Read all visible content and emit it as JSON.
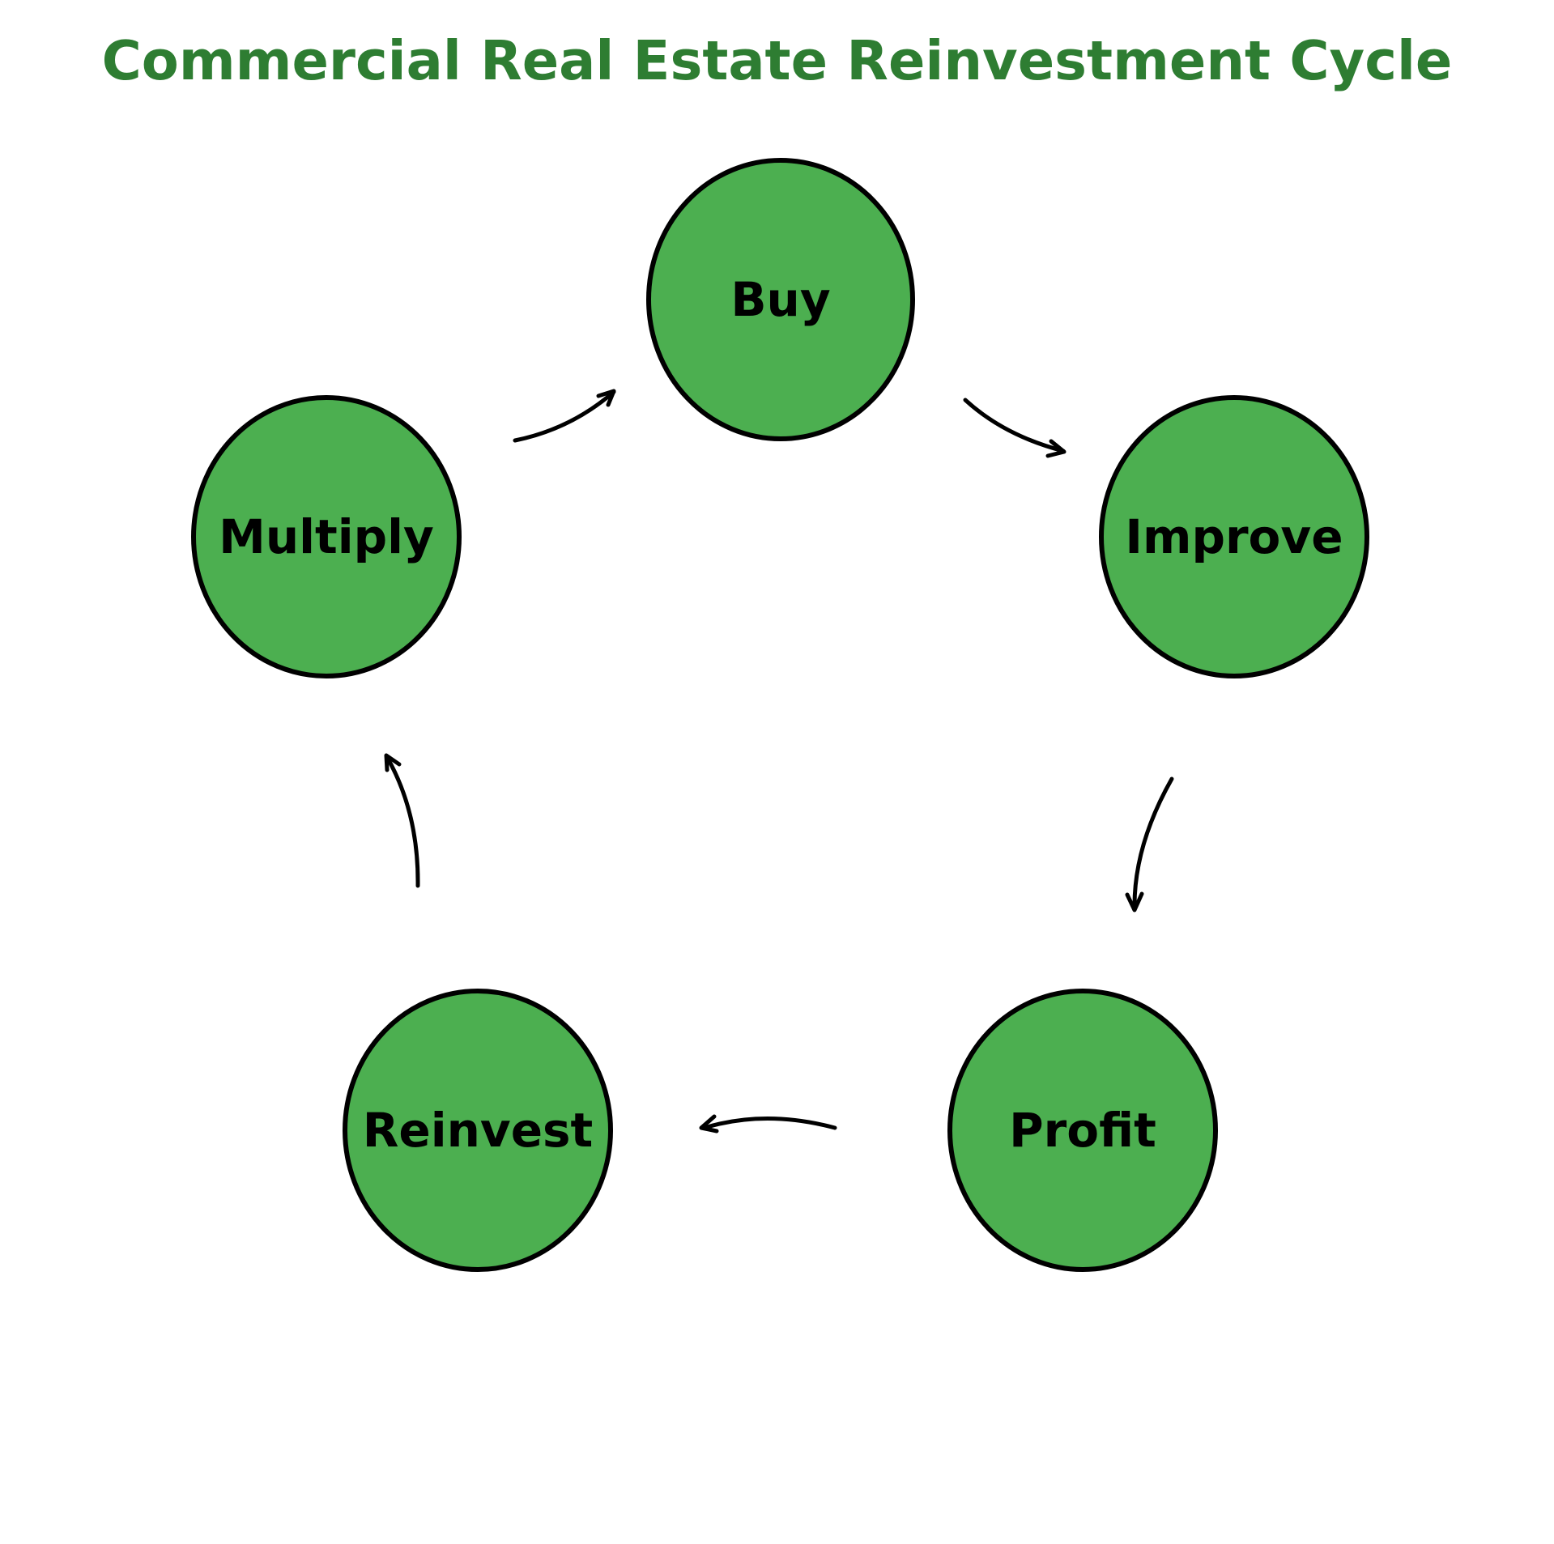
{
  "title": "Commercial Real Estate Reinvestment Cycle",
  "colors": {
    "title": "#2e7d32",
    "node_fill": "#4caf50",
    "node_stroke": "#000000",
    "arrow": "#000000",
    "background": "#ffffff"
  },
  "cycle": {
    "direction": "clockwise",
    "nodes": [
      {
        "label": "Buy"
      },
      {
        "label": "Improve"
      },
      {
        "label": "Profit"
      },
      {
        "label": "Reinvest"
      },
      {
        "label": "Multiply"
      }
    ],
    "edges": [
      {
        "from": "Buy",
        "to": "Improve"
      },
      {
        "from": "Improve",
        "to": "Profit"
      },
      {
        "from": "Profit",
        "to": "Reinvest"
      },
      {
        "from": "Reinvest",
        "to": "Multiply"
      },
      {
        "from": "Multiply",
        "to": "Buy"
      }
    ]
  }
}
